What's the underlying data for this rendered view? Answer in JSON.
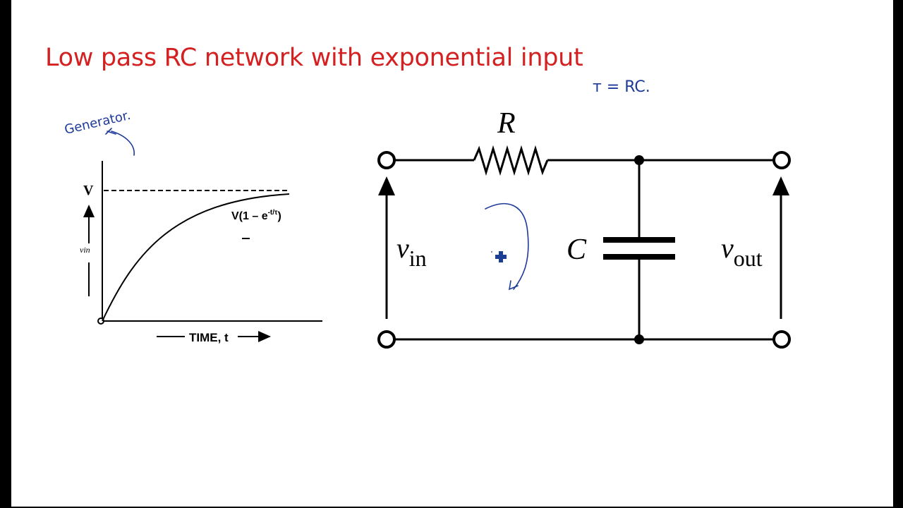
{
  "slide": {
    "title": "Low pass RC network with exponential input"
  },
  "annotations": {
    "tau_note": "ᴛ = RC.",
    "generator_note": "Generator.",
    "vin_short_label": "vin"
  },
  "graph": {
    "y_marker": "V",
    "curve_label": "V(1 – e",
    "curve_exponent": "-t/τ",
    "curve_label_close": ")",
    "x_axis_label": "TIME, t"
  },
  "circuit": {
    "resistor_label": "R",
    "capacitor_label": "C",
    "vin_label": "v",
    "vin_sub": "in",
    "vout_label": "v",
    "vout_sub": "out"
  },
  "colors": {
    "title": "#d42020",
    "ink": "#1d3a9a",
    "line": "#000000",
    "cursor": "#1c3f94"
  }
}
